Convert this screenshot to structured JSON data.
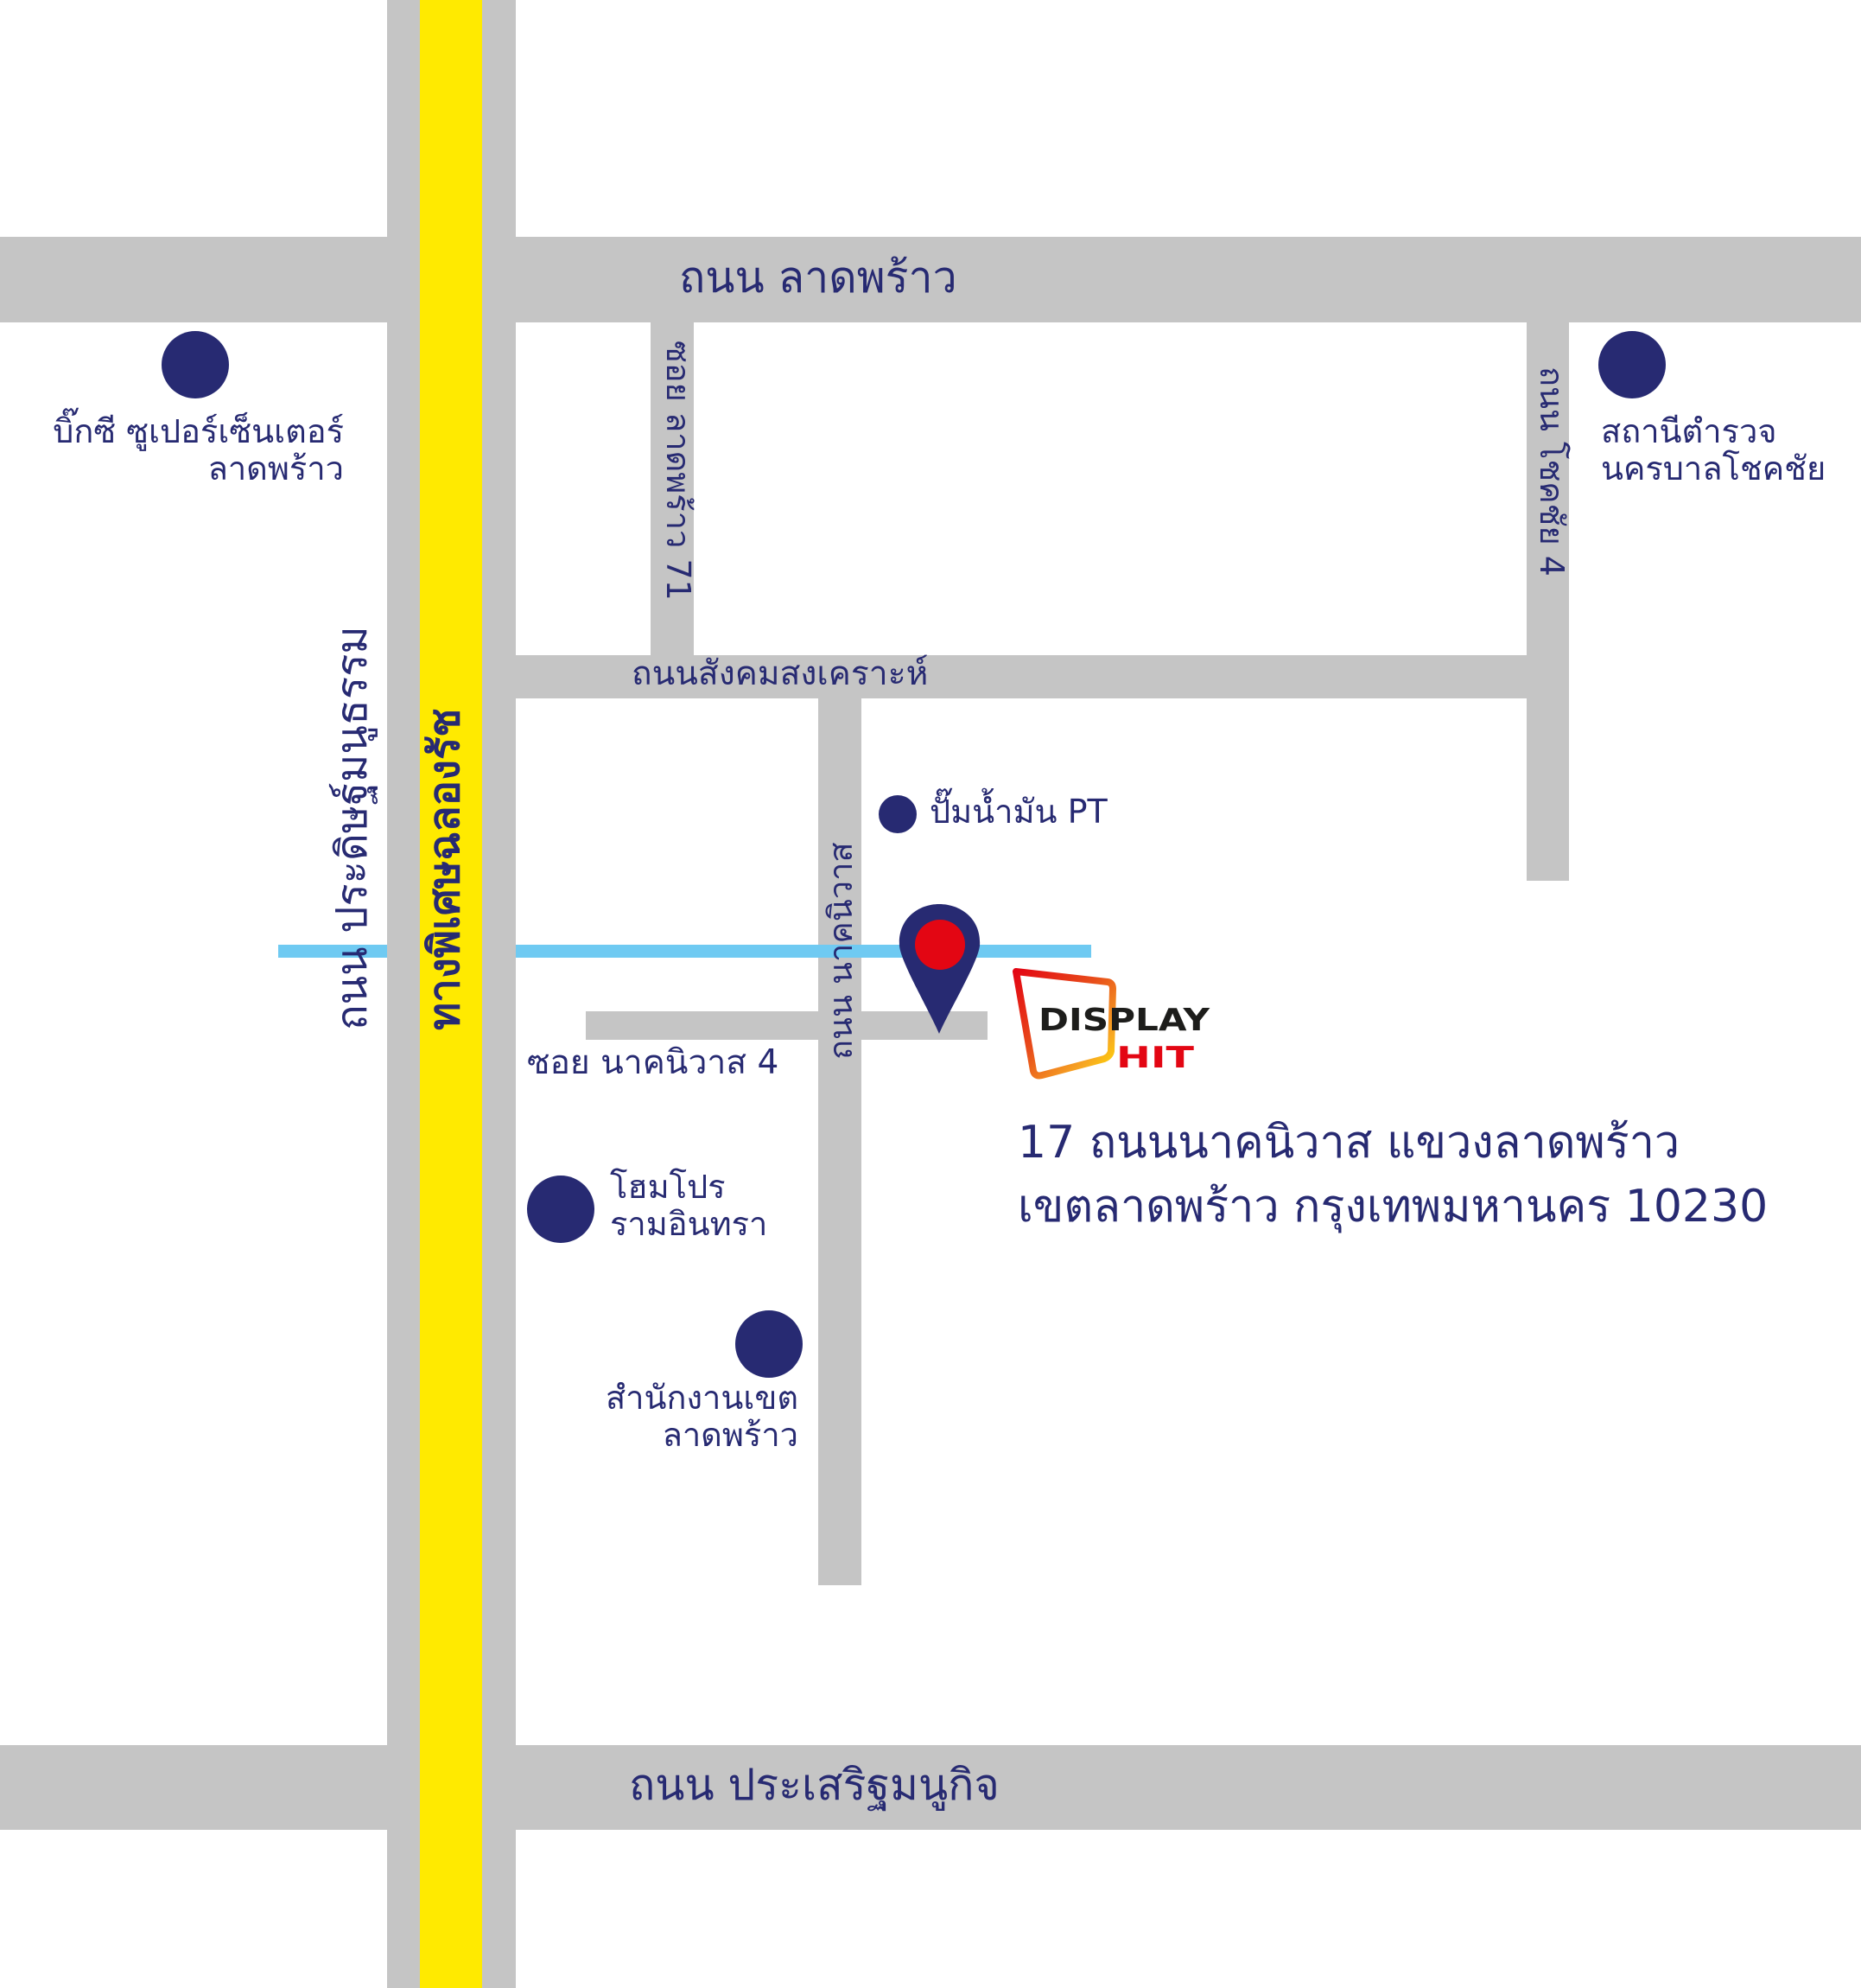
{
  "map": {
    "colors": {
      "road": "#c5c5c5",
      "expressway": "#ffea00",
      "canal": "#6fcaf2",
      "text": "#272a72",
      "poi_marker": "#272a72",
      "pin_body": "#272a72",
      "pin_dot": "#e30613",
      "logo_red": "#e30613",
      "logo_black": "#1d1d1b"
    },
    "roads": {
      "lat_phrao": "ถนน ลาดพร้าว",
      "soi_lat_phrao_71": "ซอย ลาดพร้าว 71",
      "chokchai_4": "ถนน โชคชัย 4",
      "sangkhom_songkhro": "ถนนสังคมสงเคราะห์",
      "pradit_manutham": "ถนน ประดิษฐ์มนูธรรม",
      "chalong_rat_expressway": "ทางพิเศษฉลองรัช",
      "nak_niwat": "ถนน นาคนิวาส",
      "soi_nak_niwat_4": "ซอย นาคนิวาส 4",
      "prasert_manukit": "ถนน ประเสริฐมนูกิจ"
    },
    "landmarks": [
      {
        "id": "big-c",
        "lines": [
          "บิ๊กซี ซูเปอร์เซ็นเตอร์",
          "ลาดพร้าว"
        ]
      },
      {
        "id": "police-station",
        "lines": [
          "สถานีตำรวจ",
          "นครบาลโชคชัย"
        ]
      },
      {
        "id": "pt-gas-station",
        "lines": [
          "ปั๊มน้ำมัน PT"
        ]
      },
      {
        "id": "homepro",
        "lines": [
          "โฮมโปร",
          "รามอินทรา"
        ]
      },
      {
        "id": "district-office",
        "lines": [
          "สำนักงานเขต",
          "ลาดพร้าว"
        ]
      }
    ],
    "destination": {
      "icon": "map-pin-icon",
      "logo_line1": "DISPLAY",
      "logo_line2": "HIT",
      "address_line1": "17  ถนนนาคนิวาส  แขวงลาดพร้าว",
      "address_line2": "เขตลาดพร้าว กรุงเทพมหานคร 10230"
    }
  }
}
